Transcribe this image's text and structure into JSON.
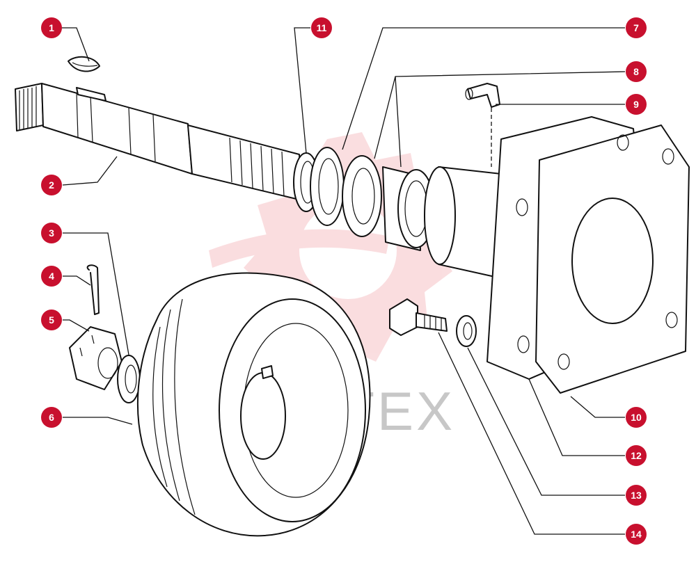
{
  "diagram": {
    "watermark_text": "ИНТЕХ",
    "accent_color": "#c8102e",
    "watermark_color": "#f2a0a6",
    "callouts": [
      {
        "id": "c1",
        "label": "1"
      },
      {
        "id": "c2",
        "label": "2"
      },
      {
        "id": "c3",
        "label": "3"
      },
      {
        "id": "c4",
        "label": "4"
      },
      {
        "id": "c5",
        "label": "5"
      },
      {
        "id": "c6",
        "label": "6"
      },
      {
        "id": "c7",
        "label": "7"
      },
      {
        "id": "c8",
        "label": "8"
      },
      {
        "id": "c9",
        "label": "9"
      },
      {
        "id": "c10",
        "label": "10"
      },
      {
        "id": "c11",
        "label": "11"
      },
      {
        "id": "c12",
        "label": "12"
      },
      {
        "id": "c13",
        "label": "13"
      },
      {
        "id": "c14",
        "label": "14"
      }
    ]
  }
}
